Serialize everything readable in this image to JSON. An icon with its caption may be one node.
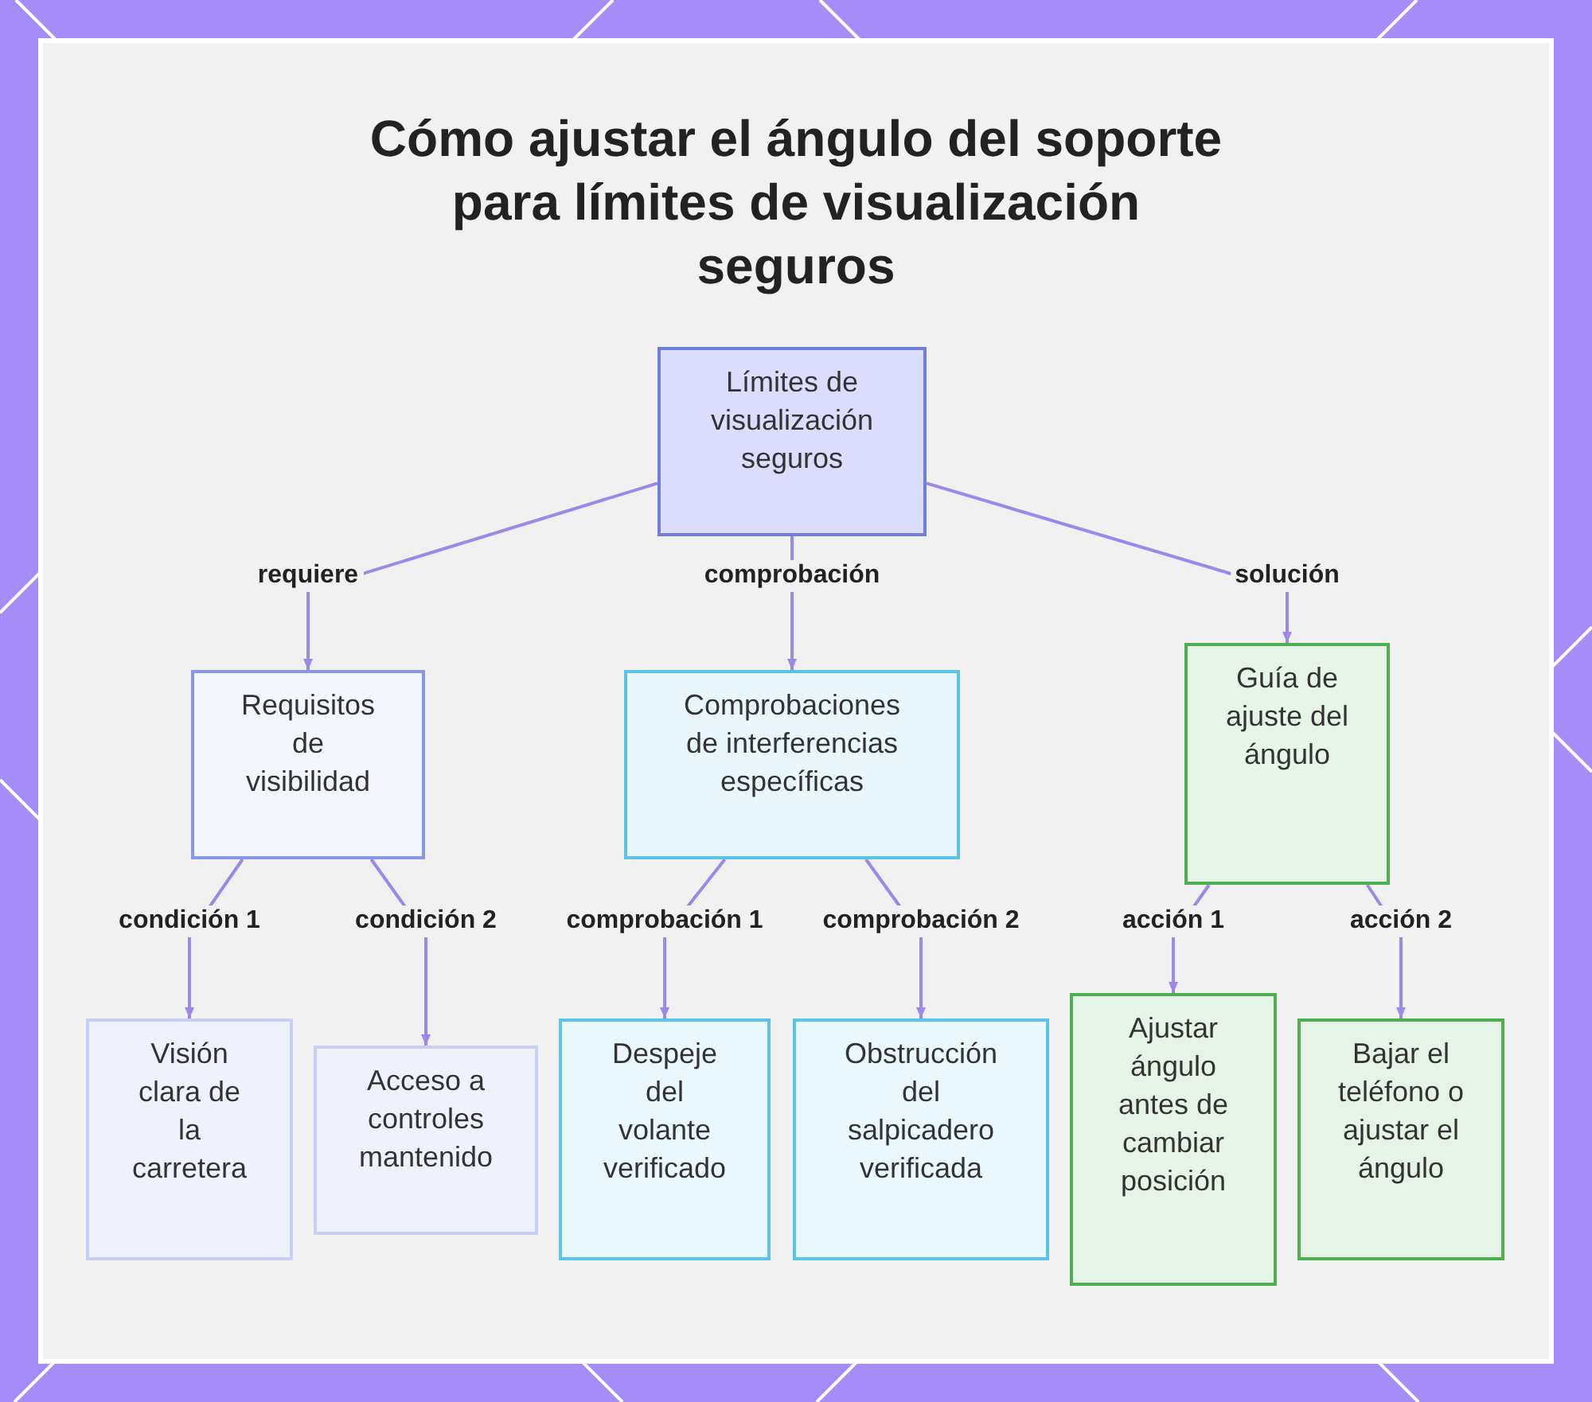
{
  "diagram": {
    "title": "Cómo ajustar el ángulo del soporte para límites de visualización seguros",
    "nodes": [
      {
        "text": [
          "Límites de visualización seguros"
        ]
      },
      {
        "text": [
          "Requisitos de visibilidad"
        ]
      },
      {
        "text": [
          "Comprobaciones de interferencias específicas"
        ]
      },
      {
        "text": [
          "Guía de ajuste del ángulo"
        ]
      },
      {
        "text": [
          "Visión clara de la carretera"
        ]
      },
      {
        "text": [
          "Acceso a controles mantenido"
        ]
      },
      {
        "text": [
          "Despeje del volante verificado"
        ]
      },
      {
        "text": [
          "Obstrucción del salpicadero verificada"
        ]
      },
      {
        "text": [
          "Ajustar ángulo antes de cambiar posición"
        ]
      },
      {
        "text": [
          "Bajar el teléfono o ajustar el ángulo"
        ]
      }
    ],
    "edges": [
      {
        "from": 0,
        "to": 1,
        "arrow": "to",
        "label": "requiere"
      },
      {
        "from": 0,
        "to": 2,
        "arrow": "to",
        "label": "comprobación"
      },
      {
        "from": 0,
        "to": 3,
        "arrow": "to",
        "label": "solución"
      },
      {
        "from": 1,
        "to": 4,
        "arrow": "to",
        "label": "condición 1"
      },
      {
        "from": 1,
        "to": 5,
        "arrow": "to",
        "label": "condición 2"
      },
      {
        "from": 2,
        "to": 6,
        "arrow": "to",
        "label": "comprobación 1"
      },
      {
        "from": 2,
        "to": 7,
        "arrow": "to",
        "label": "comprobación 2"
      },
      {
        "from": 3,
        "to": 8,
        "arrow": "to",
        "label": "acción 1"
      },
      {
        "from": 3,
        "to": 9,
        "arrow": "to",
        "label": "acción 2"
      }
    ]
  }
}
